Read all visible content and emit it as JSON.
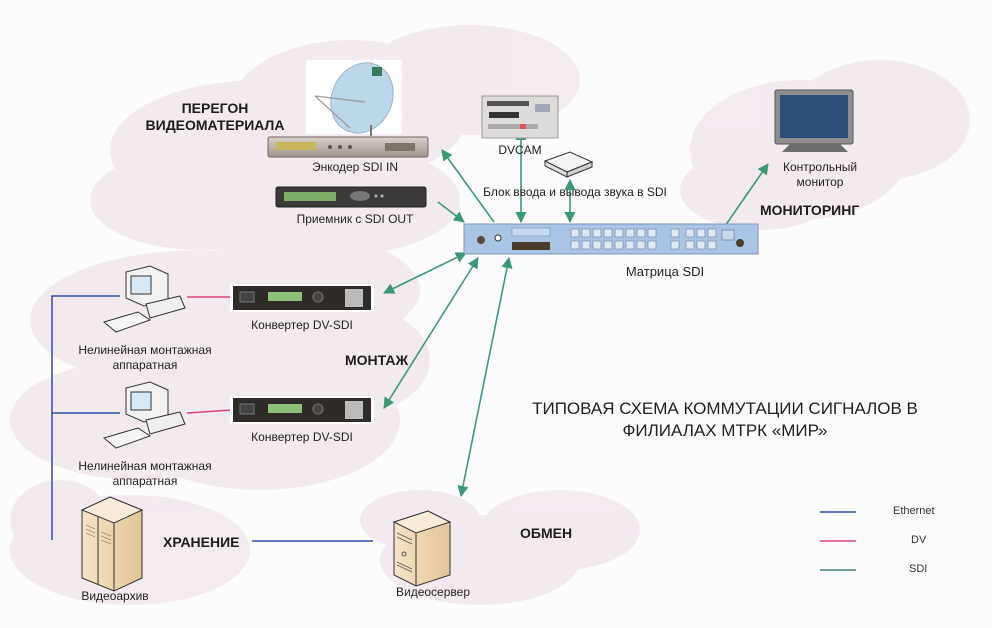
{
  "title": {
    "line1": "ТИПОВАЯ СХЕМА КОММУТАЦИИ СИГНАЛОВ В",
    "line2": "ФИЛИАЛАХ МТРК «МИР»"
  },
  "zones": {
    "uplink_line1": "ПЕРЕГОН",
    "uplink_line2": "ВИДЕОМАТЕРИАЛА",
    "monitoring": "МОНИТОРИНГ",
    "editing": "МОНТАЖ",
    "storage": "ХРАНЕНИЕ",
    "exchange": "ОБМЕН"
  },
  "devices": {
    "encoder": "Энкодер SDI IN",
    "receiver": "Приемник с SDI OUT",
    "dvcam": "DVCAM",
    "audio_box": "Блок ввода и вывода звука в SDI",
    "monitor_line1": "Контрольный",
    "monitor_line2": "монитор",
    "matrix": "Матрица SDI",
    "converter1": "Конвертер DV-SDI",
    "converter2": "Конвертер DV-SDI",
    "nle1_line1": "Нелинейная монтажная",
    "nle1_line2": "аппаратная",
    "nle2_line1": "Нелинейная монтажная",
    "nle2_line2": "аппаратная",
    "archive": "Видеоархив",
    "server": "Видеосервер"
  },
  "legend": {
    "items": [
      {
        "label": "Ethernet",
        "color": "#2b4fa8"
      },
      {
        "label": "DV",
        "color": "#e0407a"
      },
      {
        "label": "SDI",
        "color": "#3f8a6a"
      }
    ]
  },
  "colors": {
    "ethernet": "#2b4fa8",
    "dv": "#e0407a",
    "sdi": "#3a9a72",
    "cloud": "#f1e9ee"
  }
}
